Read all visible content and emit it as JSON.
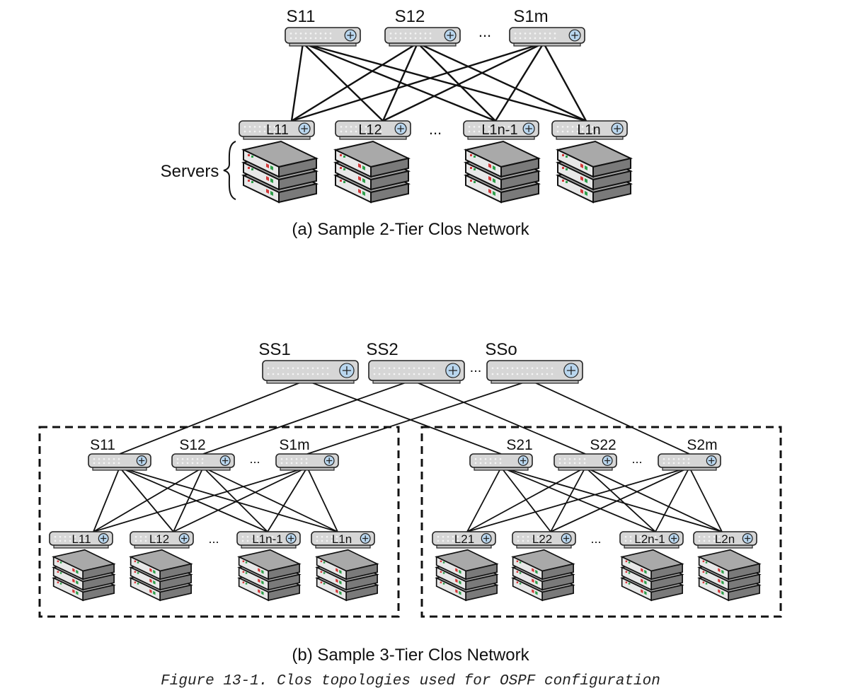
{
  "diagram_a": {
    "title": "(a) Sample 2-Tier Clos Network",
    "spines": [
      "S11",
      "S12",
      "S1m"
    ],
    "leaves": [
      "L11",
      "L12",
      "L1n-1",
      "L1n"
    ],
    "ellipsis": "...",
    "servers_label": "Servers"
  },
  "diagram_b": {
    "title": "(b) Sample 3-Tier Clos Network",
    "super_spines": [
      "SS1",
      "SS2",
      "SSo"
    ],
    "pod1": {
      "spines": [
        "S11",
        "S12",
        "S1m"
      ],
      "leaves": [
        "L11",
        "L12",
        "L1n-1",
        "L1n"
      ]
    },
    "pod2": {
      "spines": [
        "S21",
        "S22",
        "S2m"
      ],
      "leaves": [
        "L21",
        "L22",
        "L2n-1",
        "L2n"
      ]
    },
    "ellipsis": "..."
  },
  "caption": "Figure 13-1. Clos topologies used for OSPF configuration",
  "colors": {
    "switch_body": "#d6d6d6",
    "switch_border": "#222222",
    "router_icon": "#b9d6ee",
    "server_top": "#a9a9a9",
    "server_side": "#7a7a7a",
    "port_red": "#d23a3a",
    "port_green": "#2e9e4a"
  }
}
